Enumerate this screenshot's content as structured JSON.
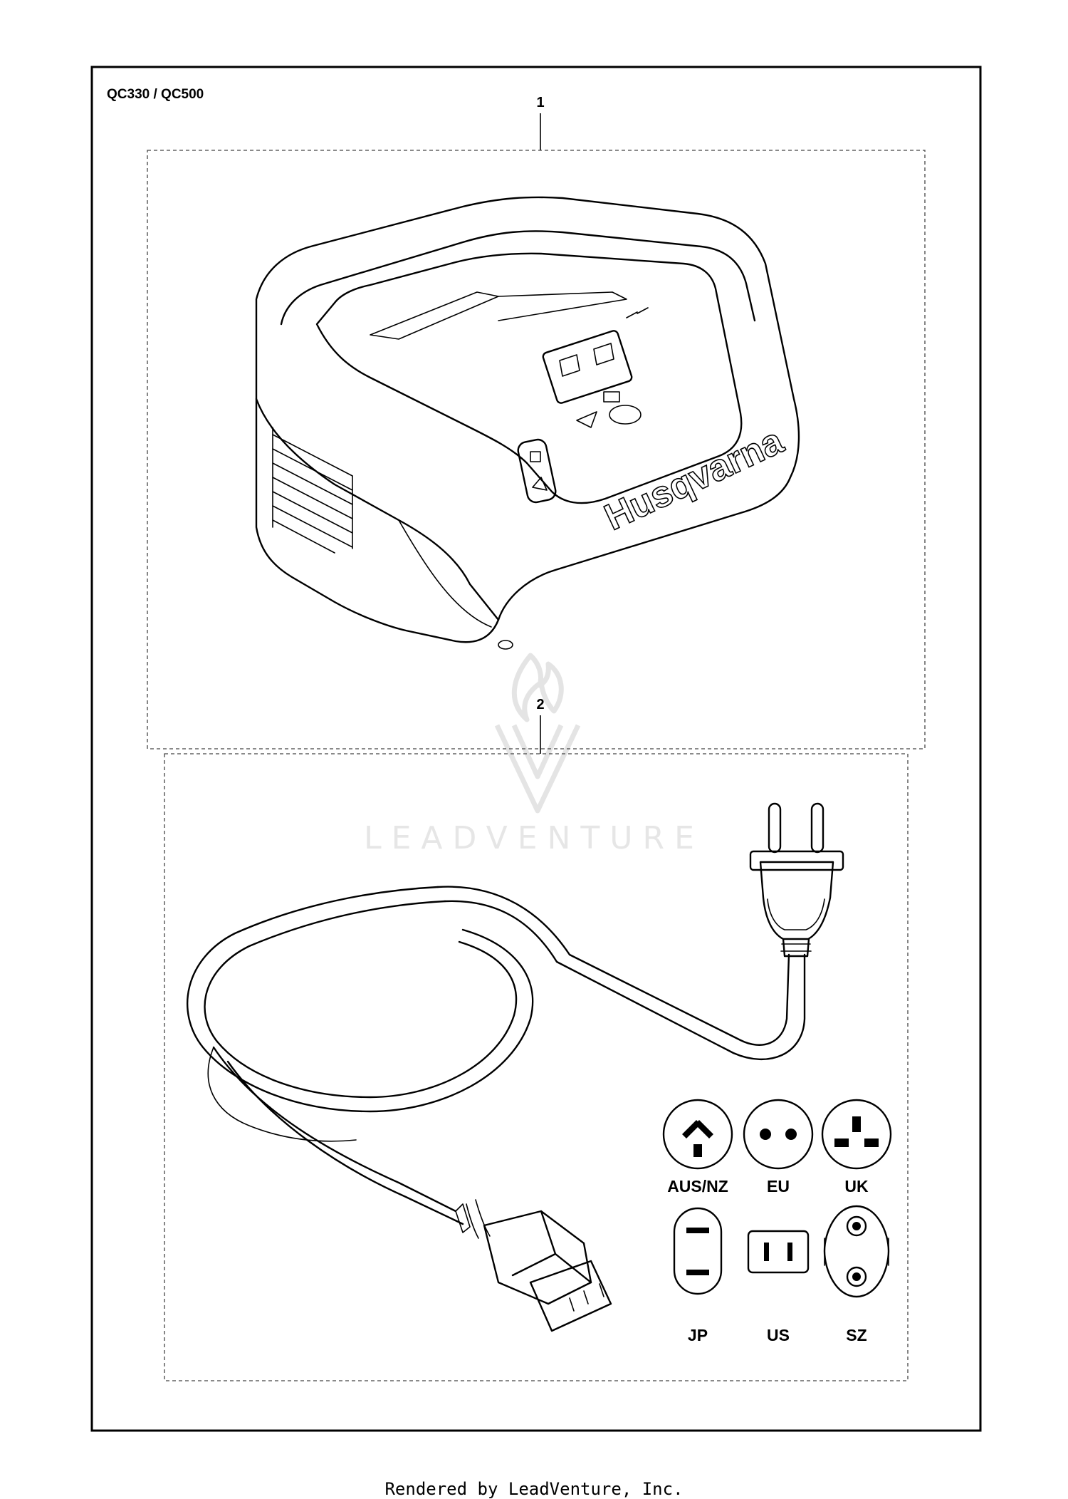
{
  "diagram": {
    "model_label": "QC330 / QC500",
    "callouts": [
      "1",
      "2"
    ],
    "brand_text": "Husqvarna",
    "watermark_text": "LEADVENTURE",
    "plug_types": [
      "AUS/NZ",
      "EU",
      "UK",
      "JP",
      "US",
      "SZ"
    ]
  },
  "footer": {
    "text": "Rendered by LeadVenture, Inc."
  },
  "colors": {
    "line": "#000000",
    "dashed_frame": "#444444",
    "watermark": "#e6e6e6",
    "background": "#ffffff"
  }
}
